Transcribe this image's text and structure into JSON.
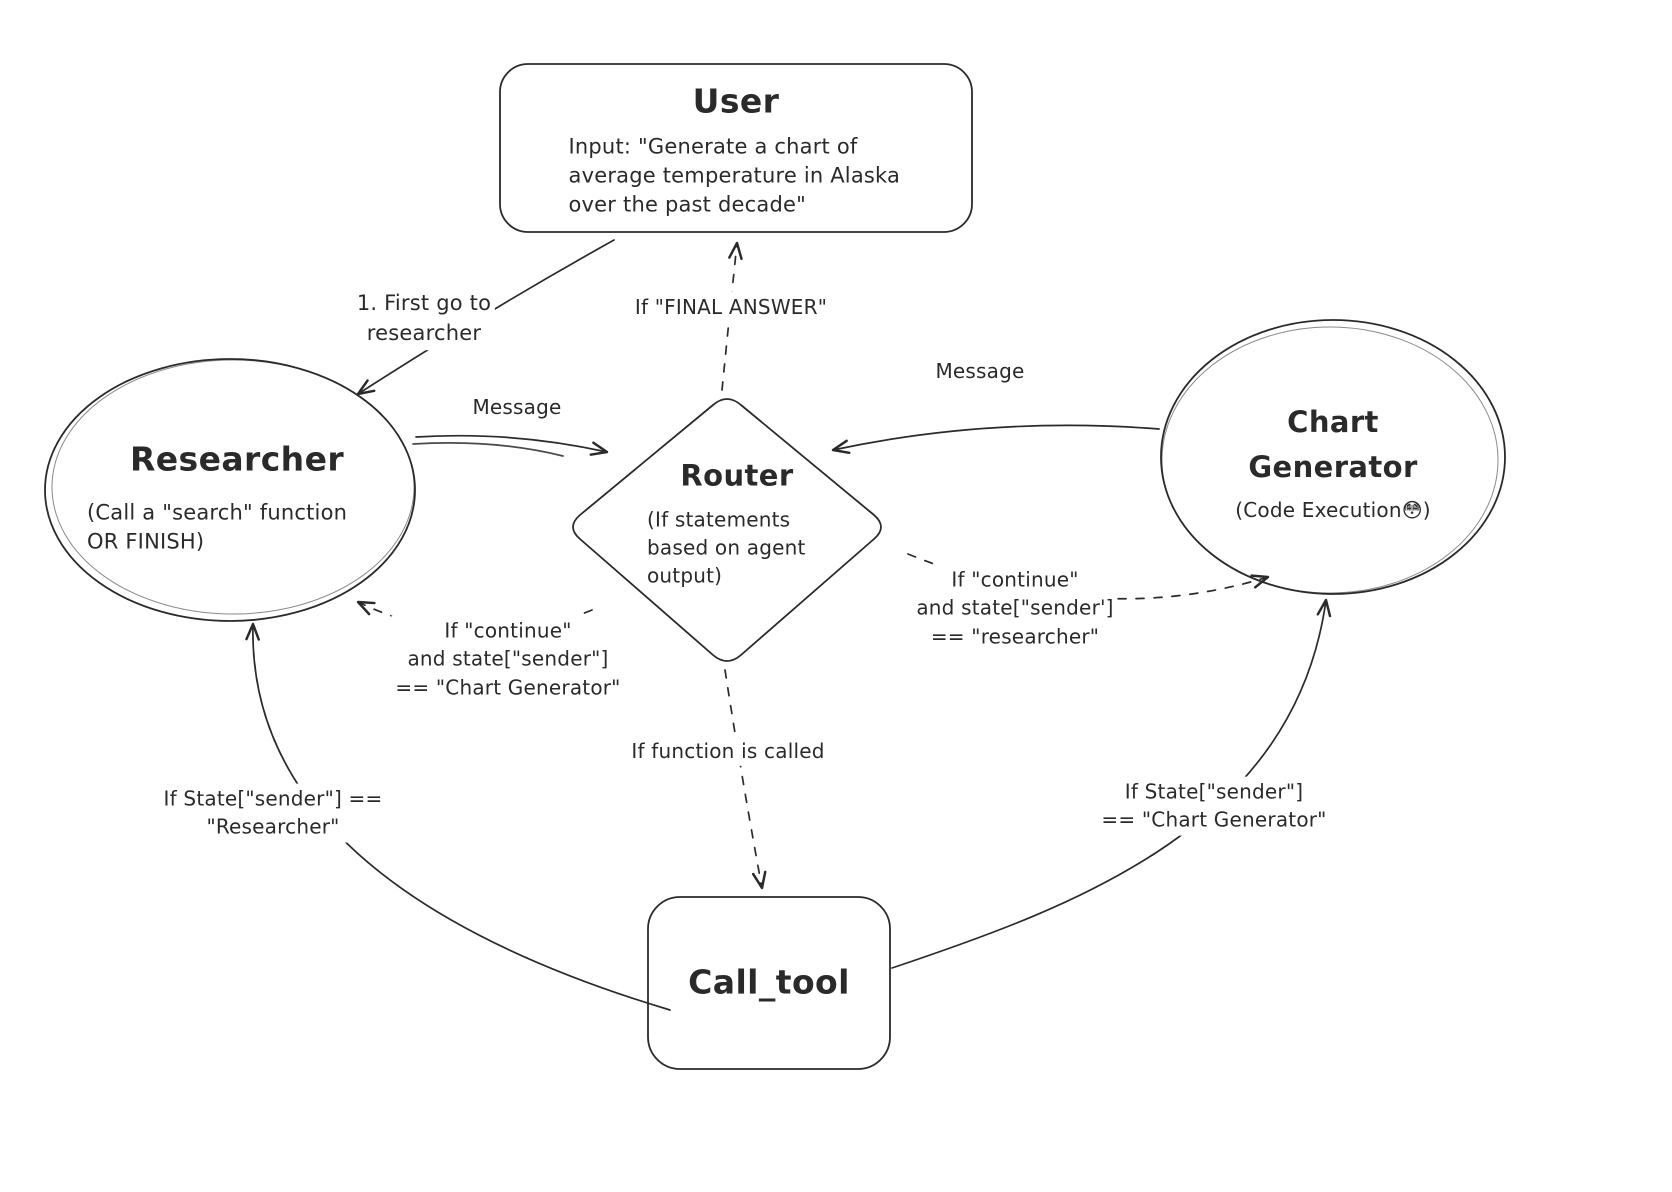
{
  "canvas": {
    "background": "#ffffff",
    "stroke_color": "#2a2a2a"
  },
  "nodes": {
    "user": {
      "title": "User",
      "body": "Input: \"Generate a chart of\naverage temperature in Alaska\nover the past decade\""
    },
    "researcher": {
      "title": "Researcher",
      "body": "(Call a \"search\" function\nOR FINISH)"
    },
    "router": {
      "title": "Router",
      "body": "(If statements\nbased on agent\noutput)"
    },
    "chart_generator": {
      "title": "Chart\nGenerator",
      "body": "(Code Execution😳)"
    },
    "call_tool": {
      "title": "Call_tool"
    }
  },
  "edge_labels": {
    "first_go_to_researcher": "1. First go to\nresearcher",
    "if_final_answer": "If \"FINAL ANSWER\"",
    "message_researcher_router": "Message",
    "message_chart_router": "Message",
    "if_continue_sender_chart_generator": "If \"continue\"\nand state[\"sender\"]\n== \"Chart Generator\"",
    "if_continue_sender_researcher": "If \"continue\"\nand state[\"sender']\n== \"researcher\"",
    "if_function_called": "If function is called",
    "if_state_sender_researcher": "If State[\"sender\"] ==\n\"Researcher\"",
    "if_state_sender_chart_generator": "If State[\"sender\"]\n== \"Chart Generator\""
  }
}
